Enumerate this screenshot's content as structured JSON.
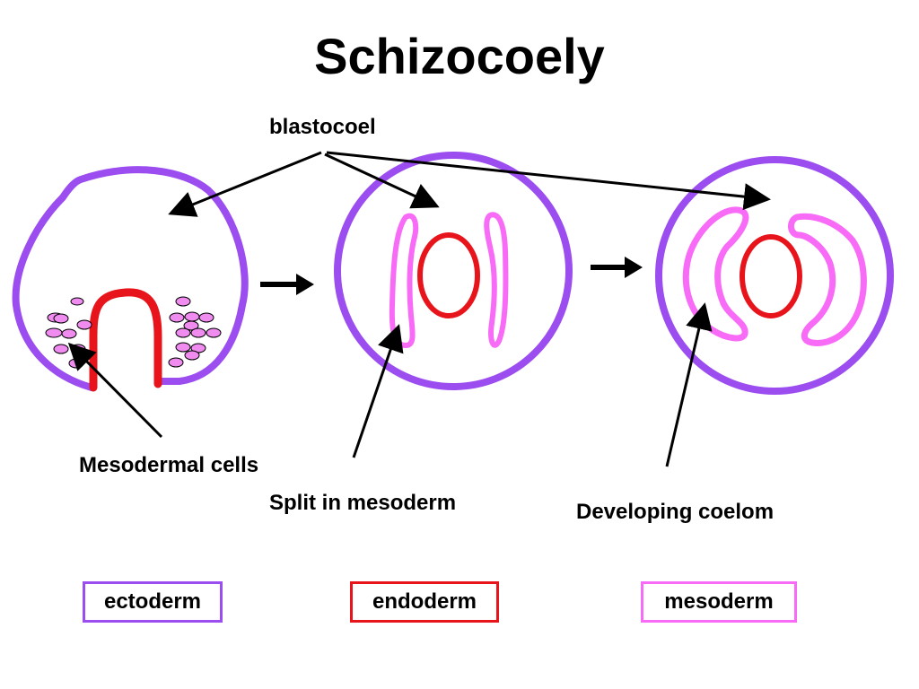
{
  "title": "Schizocoely",
  "labels": {
    "blastocoel": "blastocoel",
    "mesodermal_cells": "Mesodermal cells",
    "split_in_mesoderm": "Split in mesoderm",
    "developing_coelom": "Developing coelom"
  },
  "legend": [
    {
      "label": "ectoderm",
      "color": "#9B4DF0"
    },
    {
      "label": "endoderm",
      "color": "#E8141C"
    },
    {
      "label": "mesoderm",
      "color": "#F76BF7"
    }
  ],
  "colors": {
    "ectoderm": "#9B4DF0",
    "endoderm": "#E8141C",
    "mesoderm": "#F76BF7",
    "mesoderm_cell_fill": "#F08CF0",
    "arrow": "#000000"
  }
}
